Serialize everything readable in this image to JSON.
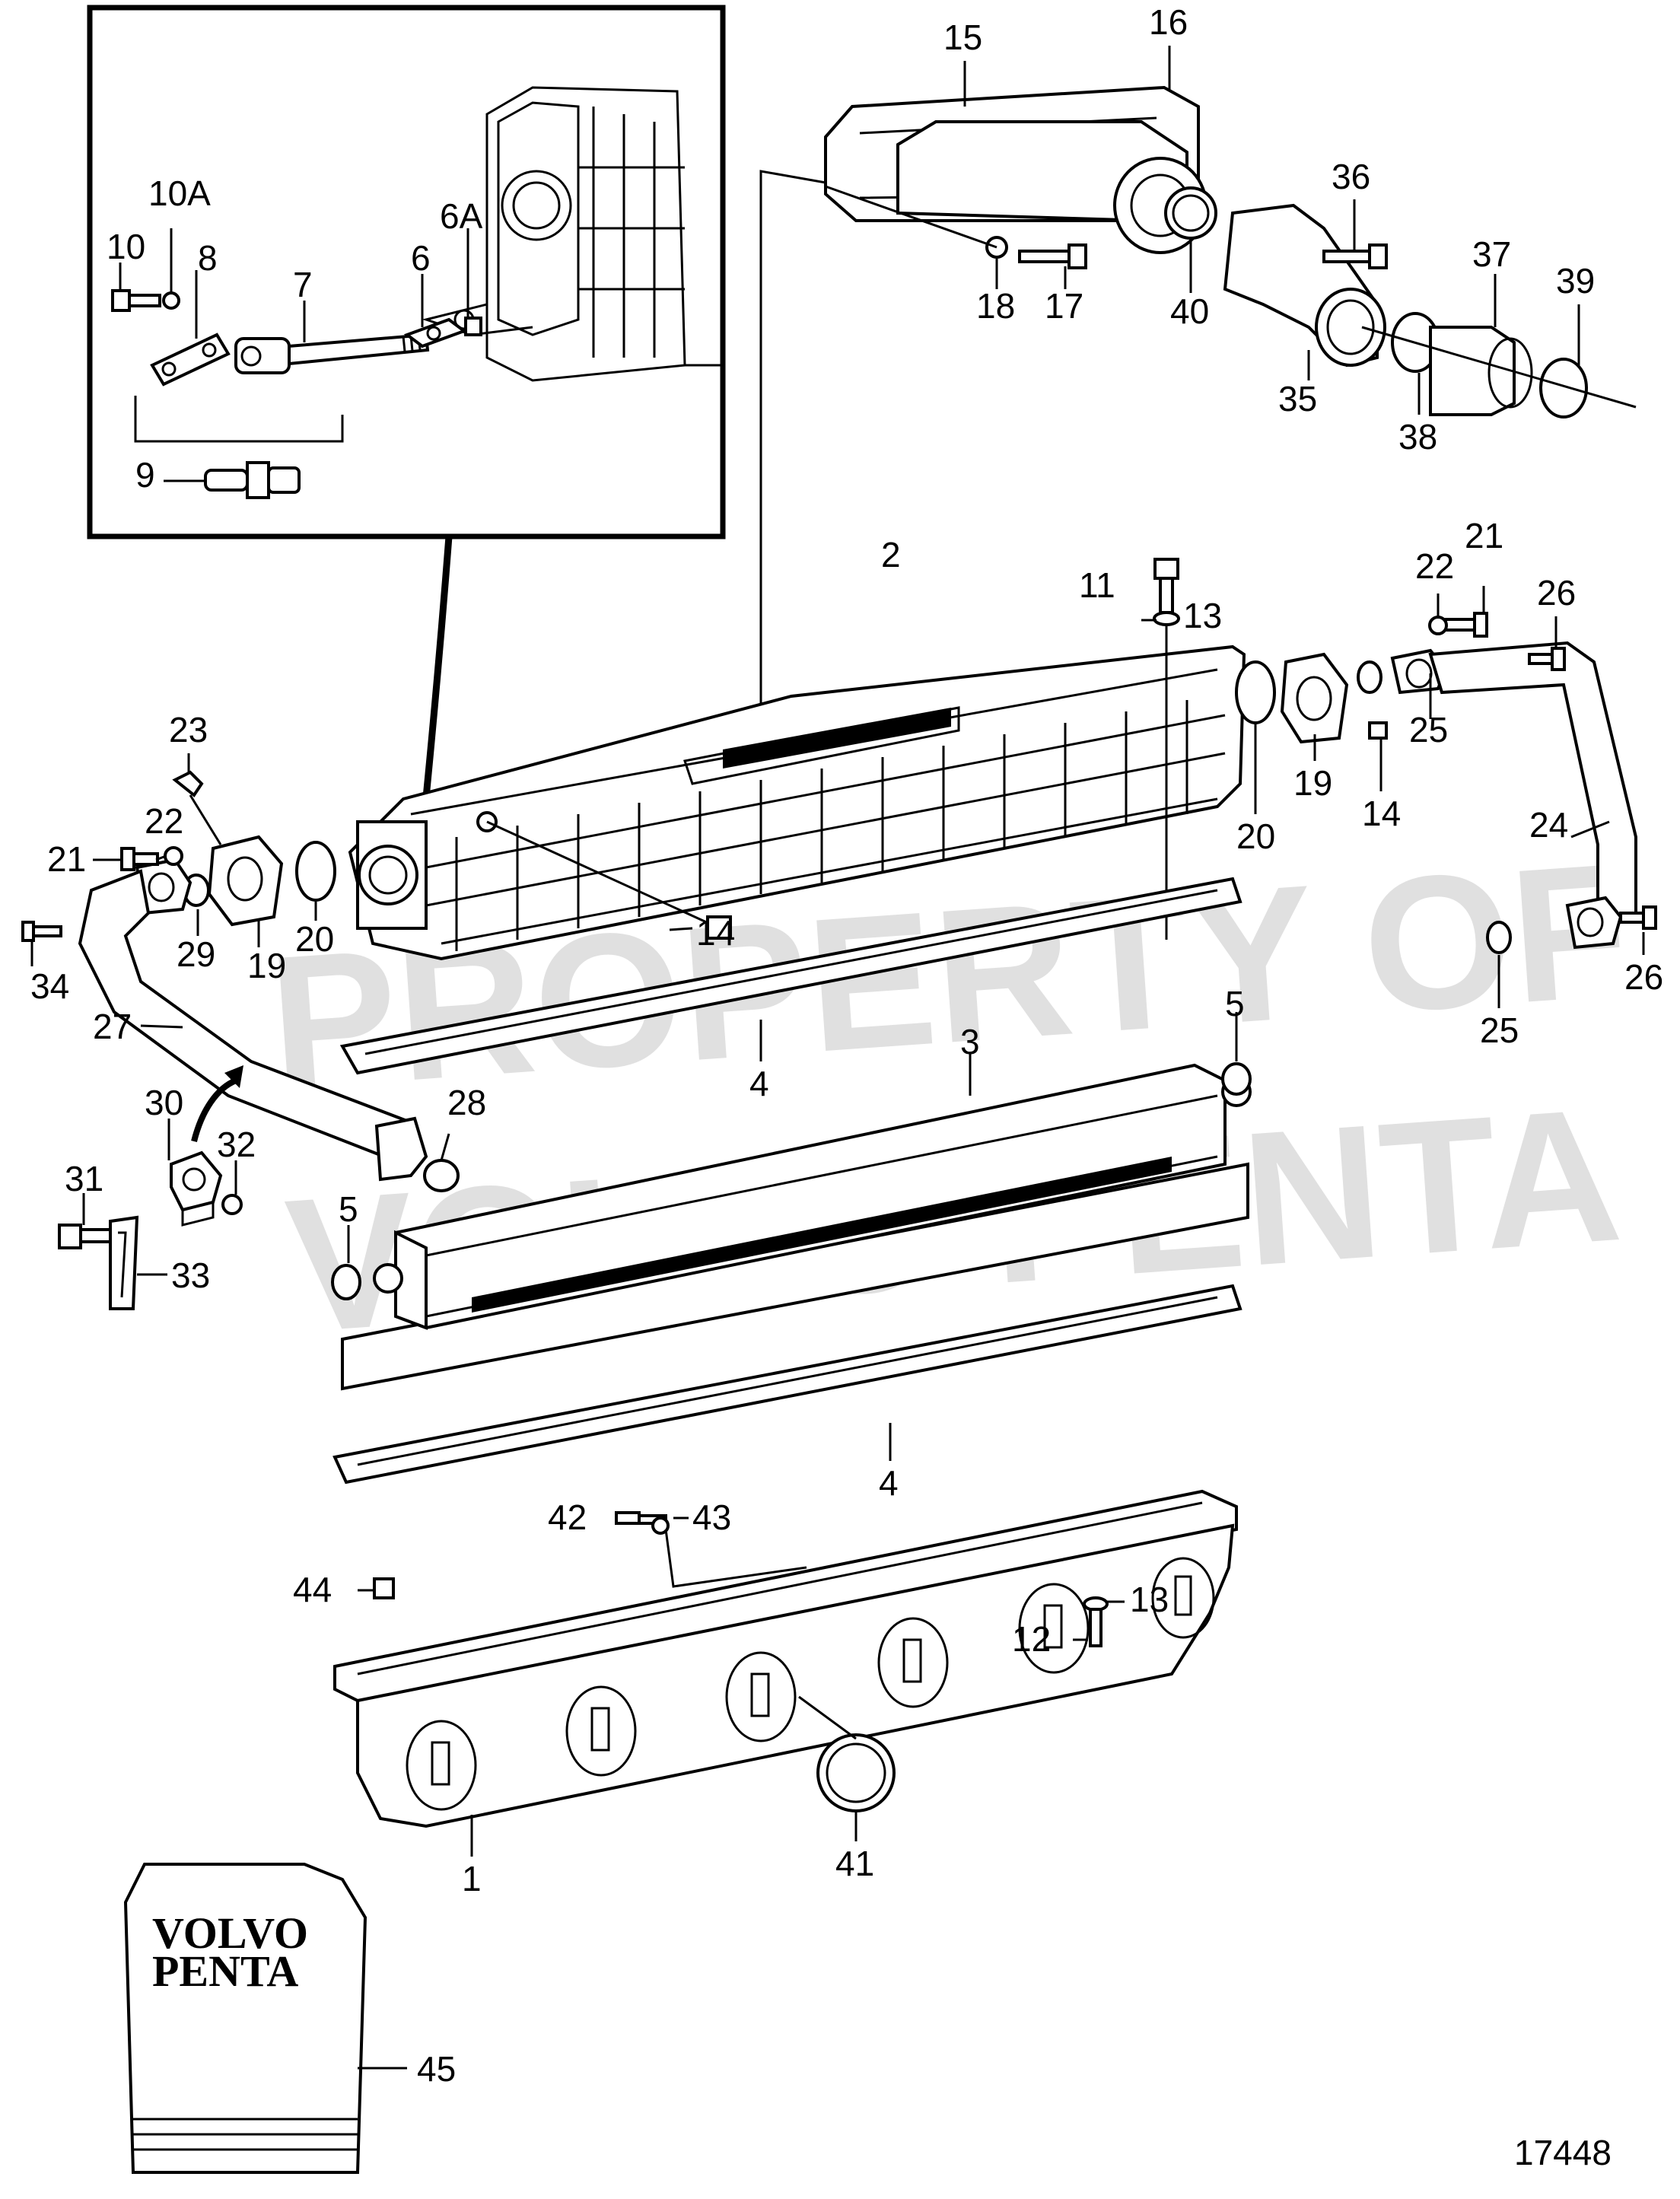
{
  "drawing_number": "17448",
  "watermark": {
    "line1": "PROPERTY OF",
    "line2": "VOLVO PENTA"
  },
  "booklet": {
    "line1": "VOLVO",
    "line2": "PENTA"
  },
  "callouts": [
    {
      "id": "c10",
      "text": "10"
    },
    {
      "id": "c10A",
      "text": "10A"
    },
    {
      "id": "c8",
      "text": "8"
    },
    {
      "id": "c7",
      "text": "7"
    },
    {
      "id": "c6",
      "text": "6"
    },
    {
      "id": "c6A",
      "text": "6A"
    },
    {
      "id": "c9",
      "text": "9"
    },
    {
      "id": "c15",
      "text": "15"
    },
    {
      "id": "c16",
      "text": "16"
    },
    {
      "id": "c36",
      "text": "36"
    },
    {
      "id": "c37",
      "text": "37"
    },
    {
      "id": "c39",
      "text": "39"
    },
    {
      "id": "c18",
      "text": "18"
    },
    {
      "id": "c17",
      "text": "17"
    },
    {
      "id": "c40",
      "text": "40"
    },
    {
      "id": "c35",
      "text": "35"
    },
    {
      "id": "c38",
      "text": "38"
    },
    {
      "id": "c2",
      "text": "2"
    },
    {
      "id": "c11",
      "text": "11"
    },
    {
      "id": "c13a",
      "text": "13"
    },
    {
      "id": "c22a",
      "text": "22"
    },
    {
      "id": "c21a",
      "text": "21"
    },
    {
      "id": "c26a",
      "text": "26"
    },
    {
      "id": "c25a",
      "text": "25"
    },
    {
      "id": "c19a",
      "text": "19"
    },
    {
      "id": "c14a",
      "text": "14"
    },
    {
      "id": "c20a",
      "text": "20"
    },
    {
      "id": "c24",
      "text": "24"
    },
    {
      "id": "c26b",
      "text": "26"
    },
    {
      "id": "c25b",
      "text": "25"
    },
    {
      "id": "c23",
      "text": "23"
    },
    {
      "id": "c22b",
      "text": "22"
    },
    {
      "id": "c21b",
      "text": "21"
    },
    {
      "id": "c29",
      "text": "29"
    },
    {
      "id": "c19b",
      "text": "19"
    },
    {
      "id": "c20b",
      "text": "20"
    },
    {
      "id": "c14b",
      "text": "14"
    },
    {
      "id": "c34",
      "text": "34"
    },
    {
      "id": "c27",
      "text": "27"
    },
    {
      "id": "c4a",
      "text": "4"
    },
    {
      "id": "c3",
      "text": "3"
    },
    {
      "id": "c5a",
      "text": "5"
    },
    {
      "id": "c30",
      "text": "30"
    },
    {
      "id": "c32",
      "text": "32"
    },
    {
      "id": "c28",
      "text": "28"
    },
    {
      "id": "c31",
      "text": "31"
    },
    {
      "id": "c33",
      "text": "33"
    },
    {
      "id": "c5b",
      "text": "5"
    },
    {
      "id": "c4b",
      "text": "4"
    },
    {
      "id": "c42",
      "text": "42"
    },
    {
      "id": "c43",
      "text": "43"
    },
    {
      "id": "c44",
      "text": "44"
    },
    {
      "id": "c13b",
      "text": "13"
    },
    {
      "id": "c12",
      "text": "12"
    },
    {
      "id": "c41",
      "text": "41"
    },
    {
      "id": "c1",
      "text": "1"
    },
    {
      "id": "c45",
      "text": "45"
    }
  ]
}
